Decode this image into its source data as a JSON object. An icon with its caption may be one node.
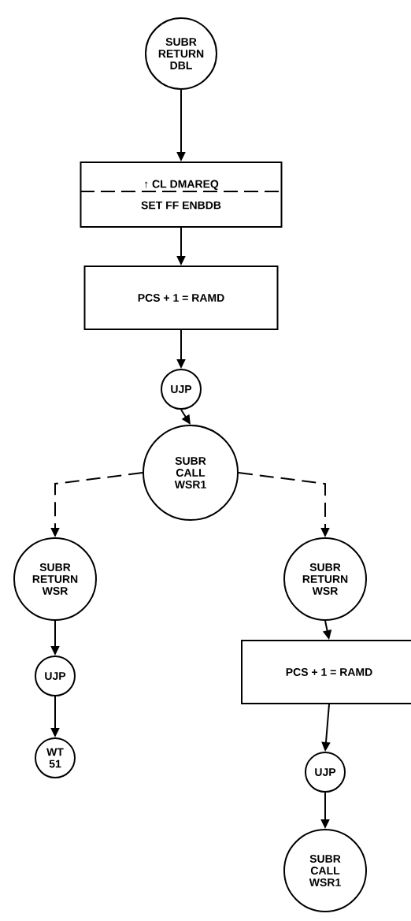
{
  "diagram": {
    "nodes": [
      {
        "text": [
          "SUBR RETURN DBL"
        ]
      },
      {
        "text": [
          "↑ CL DMAREQ",
          "SET FF ENBDB"
        ]
      },
      {
        "text": [
          "PCS + 1 = RAMD"
        ]
      },
      {
        "text": [
          "UJP"
        ]
      },
      {
        "text": [
          "SUBR CALL WSR1"
        ]
      },
      {
        "text": [
          "SUBR RETURN WSR"
        ]
      },
      {
        "text": [
          "UJP"
        ]
      },
      {
        "text": [
          "WT 51"
        ]
      },
      {
        "text": [
          "SUBR RETURN WSR"
        ]
      },
      {
        "text": [
          "PCS + 1 = RAMD"
        ]
      },
      {
        "text": [
          "UJP"
        ]
      },
      {
        "text": [
          "SUBR CALL WSR1"
        ]
      }
    ],
    "edges": [
      {
        "from": 0,
        "to": 1,
        "arrow": "to"
      },
      {
        "from": 1,
        "to": 2,
        "arrow": "to"
      },
      {
        "from": 2,
        "to": 3,
        "arrow": "to"
      },
      {
        "from": 3,
        "to": 4,
        "arrow": "to"
      },
      {
        "from": 4,
        "to": 5,
        "arrow": "to",
        "style": "dashed"
      },
      {
        "from": 4,
        "to": 8,
        "arrow": "to",
        "style": "dashed"
      },
      {
        "from": 5,
        "to": 6,
        "arrow": "to"
      },
      {
        "from": 6,
        "to": 7,
        "arrow": "to"
      },
      {
        "from": 8,
        "to": 9,
        "arrow": "to"
      },
      {
        "from": 9,
        "to": 10,
        "arrow": "to"
      },
      {
        "from": 10,
        "to": 11,
        "arrow": "to"
      }
    ]
  }
}
